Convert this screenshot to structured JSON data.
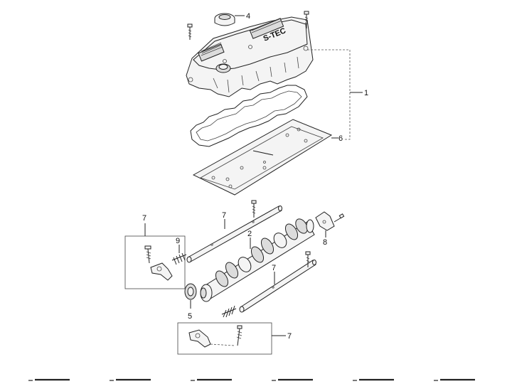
{
  "callouts": {
    "c1": "1",
    "c2": "2",
    "c4": "4",
    "c5": "5",
    "c6": "6",
    "c7a": "7",
    "c7b": "7",
    "c7c": "7",
    "c7d": "7",
    "c8": "8",
    "c9": "9"
  },
  "parts": {
    "cover_badge": "S-TEC"
  },
  "footer": {
    "separator_count": 6
  }
}
